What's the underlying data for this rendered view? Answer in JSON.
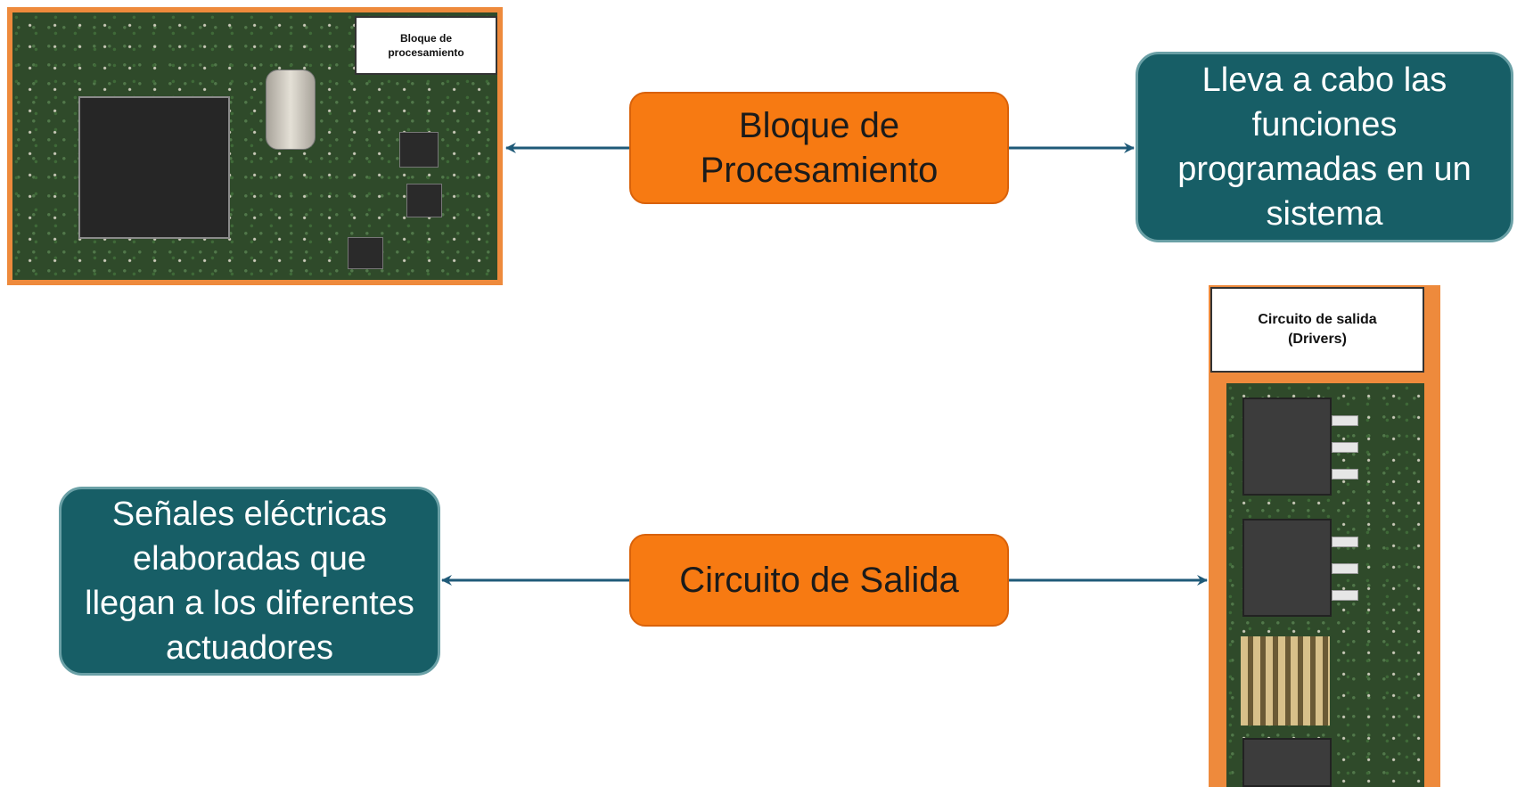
{
  "nodes": {
    "processing_block": {
      "label": "Bloque de Procesamiento",
      "lines": [
        "Bloque de",
        "Procesamiento"
      ]
    },
    "processing_description": {
      "lines": [
        "Lleva a cabo las",
        "funciones",
        "programadas en un",
        "sistema"
      ]
    },
    "output_circuit": {
      "label": "Circuito de Salida"
    },
    "output_description": {
      "lines": [
        "Señales eléctricas",
        "elaboradas que",
        "llegan a los diferentes",
        "actuadores"
      ]
    }
  },
  "images": {
    "processing_photo": {
      "caption_lines": [
        "Bloque de",
        "procesamiento"
      ],
      "icon": "pcb-microcontroller-photo"
    },
    "output_photo": {
      "caption_lines": [
        "Circuito de salida",
        "(Drivers)"
      ],
      "icon": "pcb-driver-transistors-photo"
    }
  },
  "colors": {
    "orange_box": "#f77a12",
    "teal_box": "#175e66",
    "arrow": "#1f5a78",
    "photo_frame": "#ee8a3c"
  }
}
